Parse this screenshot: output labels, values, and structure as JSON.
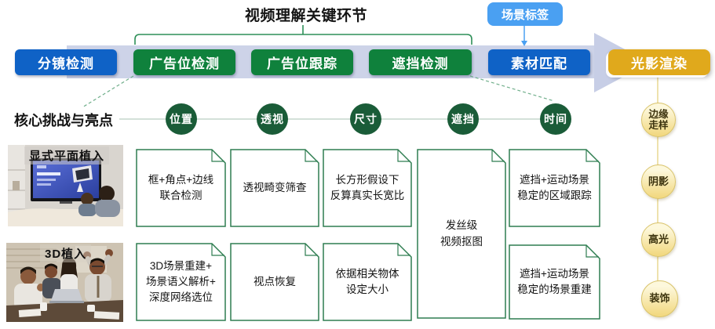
{
  "title": "视频理解关键环节",
  "scene_tag_label": "场景标签",
  "stages": [
    {
      "label": "分镜检测",
      "color": "#0f62c6"
    },
    {
      "label": "广告位检测",
      "color": "#0f813c"
    },
    {
      "label": "广告位跟踪",
      "color": "#0f813c"
    },
    {
      "label": "遮挡检测",
      "color": "#0f813c"
    },
    {
      "label": "素材匹配",
      "color": "#0f62c6"
    },
    {
      "label": "光影渲染",
      "color": "#e0a91c"
    }
  ],
  "challenges": {
    "label": "核心挑战与亮点",
    "items": [
      "位置",
      "透视",
      "尺寸",
      "遮挡",
      "时间"
    ]
  },
  "render_aspects": [
    "边缘\n走样",
    "阴影",
    "高光",
    "装饰"
  ],
  "rows": {
    "planar": {
      "photo_label": "显式平面植入",
      "cells": [
        "框+角点+边线\n联合检测",
        "透视畸变筛查",
        "长方形假设下\n反算真实长宽比",
        "遮挡+运动场景\n稳定的区域跟踪"
      ]
    },
    "threed": {
      "photo_label": "3D植入",
      "cells": [
        "3D场景重建+\n场景语义解析+\n深度网络选位",
        "视点恢复",
        "依据相关物体\n设定大小",
        "遮挡+运动场景\n稳定的场景重建"
      ]
    }
  },
  "matting_label": "发丝级\n视频抠图",
  "colors": {
    "blue": "#0f62c6",
    "green": "#0f813c",
    "gold": "#e0a91c",
    "light_blue": "#4aa0f2",
    "band": "#cdd3e8",
    "arrow_head": "#c7cee6",
    "circle_green": "#1a5c38",
    "doc_border": "#2e7d50",
    "brace_green": "#2e8f58",
    "dashed_green": "#6fae8a",
    "challenge_line": "#b9cfc2",
    "aspect_line": "#e9d892",
    "aspect_border": "#d9c36a"
  }
}
